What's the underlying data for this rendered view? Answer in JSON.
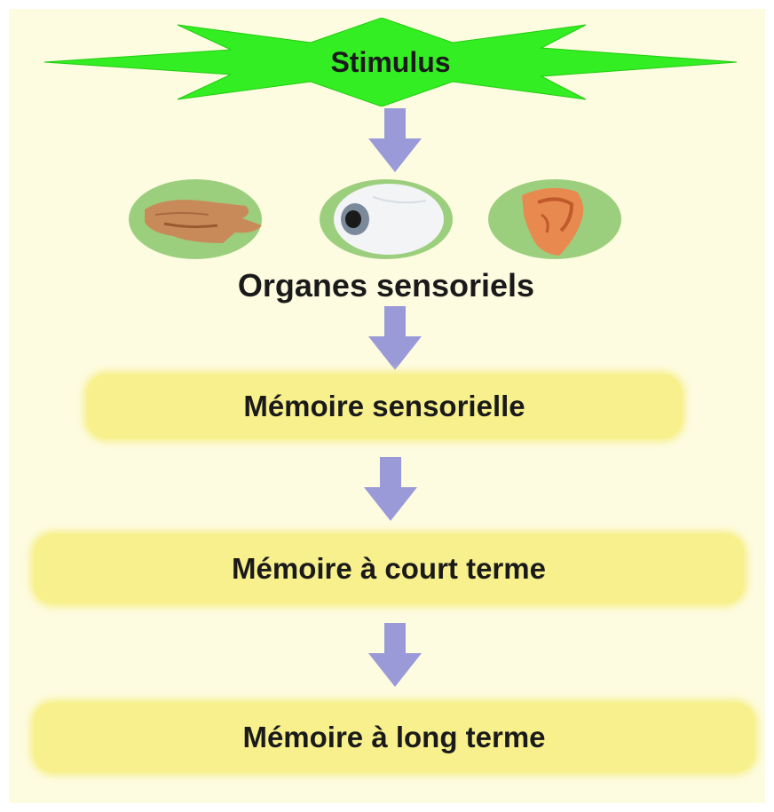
{
  "stimulus": {
    "label": "Stimulus",
    "color": "#33ee22"
  },
  "organs": {
    "label": "Organes sensoriels",
    "icons": [
      "hand-icon",
      "eye-icon",
      "ear-icon"
    ],
    "circle_color": "#9ccf7d"
  },
  "memory_stages": [
    {
      "label": "Mémoire sensorielle"
    },
    {
      "label": "Mémoire à court terme"
    },
    {
      "label": "Mémoire à long terme"
    }
  ],
  "colors": {
    "arrow": "#9a9ad8",
    "box": "#f7f08c",
    "background": "#fdfbe0"
  }
}
